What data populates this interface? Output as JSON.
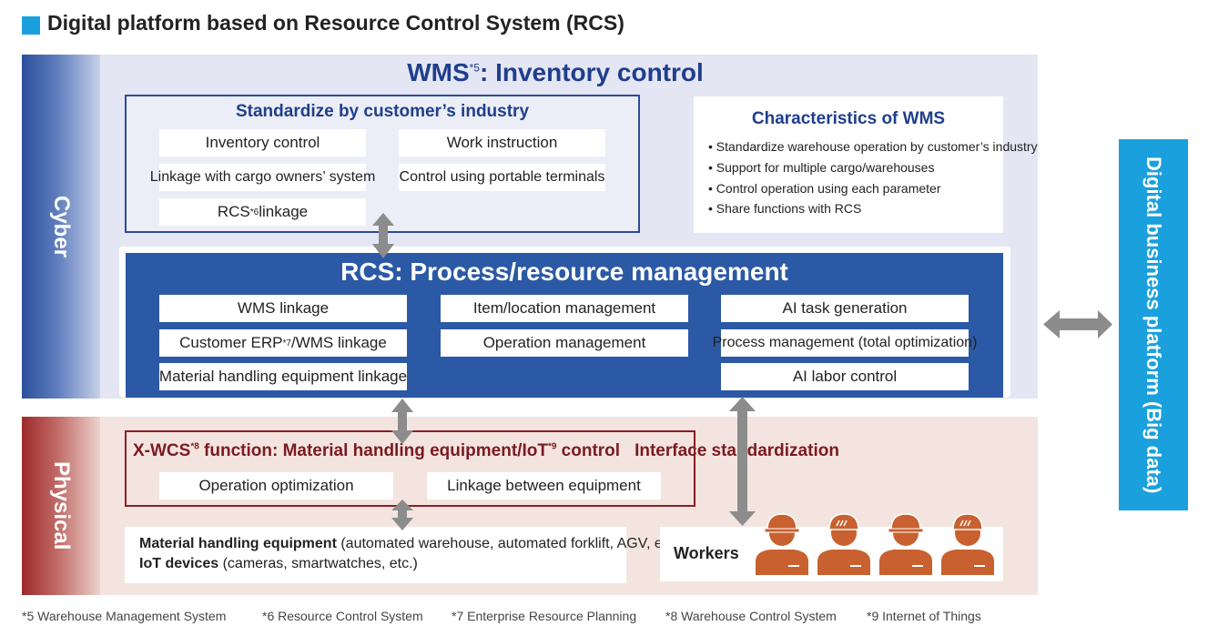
{
  "title": "Digital platform based on Resource Control System (RCS)",
  "colors": {
    "accent": "#1aa0dc",
    "wms_navy": "#1f3e8c",
    "rcs_blue": "#2b59a5",
    "wcs_red": "#8b1e25",
    "worker_orange": "#c8612f",
    "arrow_gray": "#8c8c8c"
  },
  "cyber_label": "Cyber",
  "physical_label": "Physical",
  "wms": {
    "title": "WMS",
    "note": "*5",
    "title_suffix": ": Inventory control",
    "standardize": {
      "title": "Standardize by customer’s industry",
      "items": [
        "Inventory control",
        "Work instruction",
        "Linkage with cargo owners’ system",
        "Control using portable terminals"
      ],
      "rcs_link": {
        "label": "RCS",
        "note": "*6",
        "suffix": " linkage"
      }
    },
    "characteristics": {
      "title": "Characteristics of WMS",
      "items": [
        "• Standardize warehouse operation by customer’s industry",
        "• Support for multiple cargo/warehouses",
        "• Control operation using each parameter",
        "• Share functions with RCS"
      ]
    }
  },
  "rcs": {
    "title": "RCS: Process/resource management",
    "items": {
      "wms_linkage": "WMS linkage",
      "erp_prefix": "Customer ERP",
      "erp_note": "*7",
      "erp_suffix": "/WMS linkage",
      "mhe_linkage": "Material handling equipment linkage",
      "item_location": "Item/location management",
      "operation": "Operation management",
      "ai_task": "AI task generation",
      "process": "Process management (total optimization)",
      "ai_labor": "AI labor control"
    }
  },
  "xwcs": {
    "title_1": "X-WCS",
    "note_8": "*8",
    "title_2": " function: Material handling equipment/IoT",
    "note_9": "*9",
    "title_3": " control",
    "interface": "Interface standardization",
    "items": [
      "Operation optimization",
      "Linkage between equipment"
    ]
  },
  "devices": {
    "mhe_bold": "Material handling equipment",
    "mhe_rest": " (automated warehouse, automated forklift, AGV, etc.)",
    "iot_bold": "IoT devices",
    "iot_rest": " (cameras, smartwatches, etc.)"
  },
  "workers": {
    "label": "Workers",
    "icons": [
      "worker-icon",
      "worker-icon",
      "worker-icon",
      "worker-icon"
    ]
  },
  "digital_platform": "Digital business platform (Big data)",
  "footnotes": [
    "*5 Warehouse Management System",
    "*6 Resource Control System",
    "*7 Enterprise Resource Planning",
    "*8 Warehouse Control System",
    "*9 Internet of Things"
  ]
}
